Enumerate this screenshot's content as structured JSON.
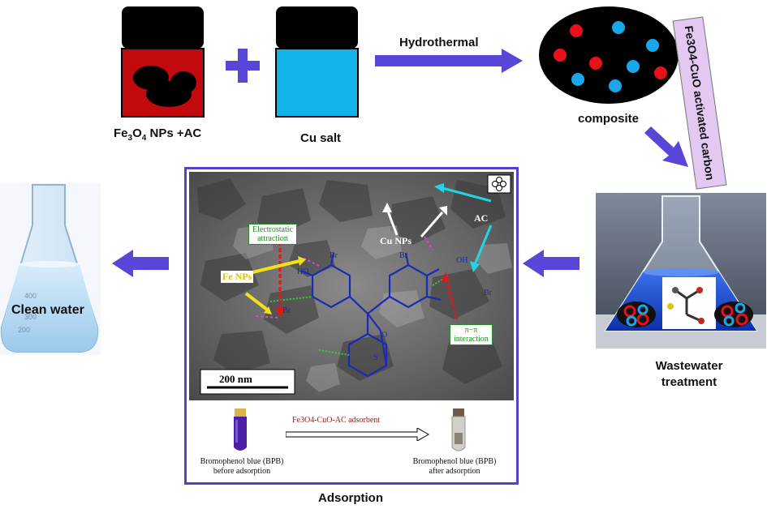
{
  "labels": {
    "fe3o4_prefix": "Fe",
    "fe3o4_sub1": "3",
    "fe3o4_mid": "O",
    "fe3o4_sub2": "4",
    "fe3o4_suffix": " NPs +AC",
    "cu_salt": "Cu salt",
    "hydrothermal": "Hydrothermal",
    "composite": "composite",
    "side_label": "Fe3O4-CuO activated carbon",
    "wastewater_line1": "Wastewater",
    "wastewater_line2": "treatment",
    "clean_water": "Clean water",
    "adsorption": "Adsorption"
  },
  "tem": {
    "scale_bar": "200 nm",
    "electrostatic": "Electrostatic\nattraction",
    "cu_nps": "Cu NPs",
    "ac": "AC",
    "fe_nps": "Fe NPs",
    "pi_pi": "π−π\ninteraction",
    "br": "Br",
    "oh": "OH",
    "ho": "HO",
    "o": "O",
    "s": "S"
  },
  "bottom": {
    "adsorbent": "Fe3O4-CuO-AC adsorbent",
    "before_line1": "Bromophenol blue (BPB)",
    "before_line2": "before adsorption",
    "after_line1": "Bromophenol blue (BPB)",
    "after_line2": "after adsorption"
  },
  "flask_marks": [
    "400",
    "300",
    "200"
  ],
  "colors": {
    "arrow": "#5846d8",
    "jar_red": "#c2090e",
    "jar_cyan": "#12b3ec",
    "jar_lid": "#000000",
    "panel_border": "#5542c8",
    "side_box": "#e3c9f2",
    "dot_red": "#e8101b",
    "dot_blue": "#1aa6ea"
  }
}
